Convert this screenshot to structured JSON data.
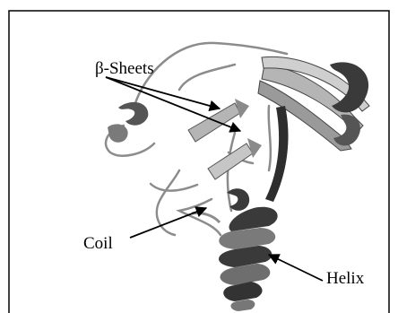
{
  "figure": {
    "labels": {
      "beta_sheets": "β-Sheets",
      "coil": "Coil",
      "helix": "Helix"
    },
    "colors": {
      "frame": "#000000",
      "ribbon_dark": "#3a3a3a",
      "ribbon_mid": "#7a7a7a",
      "ribbon_light": "#b5b5b5",
      "coil_line": "#8c8c8c",
      "arrow": "#000000"
    }
  }
}
